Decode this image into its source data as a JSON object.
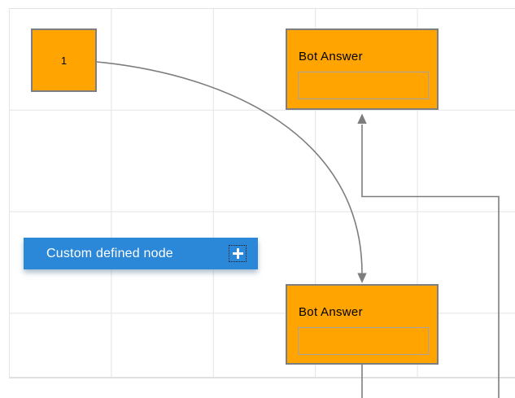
{
  "diagram": {
    "nodes": {
      "start": {
        "label": "1"
      },
      "bot_answer_top": {
        "title": "Bot Answer",
        "field_value": ""
      },
      "bot_answer_bottom": {
        "title": "Bot Answer",
        "field_value": ""
      },
      "custom_node": {
        "label": "Custom defined node"
      }
    },
    "icons": {
      "add": "plus-icon"
    },
    "colors": {
      "node_orange": "#FFA400",
      "node_border": "#7E7E7E",
      "custom_blue": "#2B87D8",
      "connector_gray": "#7D7D7D",
      "grid_line": "#E4E4E4",
      "text_dark": "#000000",
      "text_light": "#FFFFFF"
    }
  }
}
